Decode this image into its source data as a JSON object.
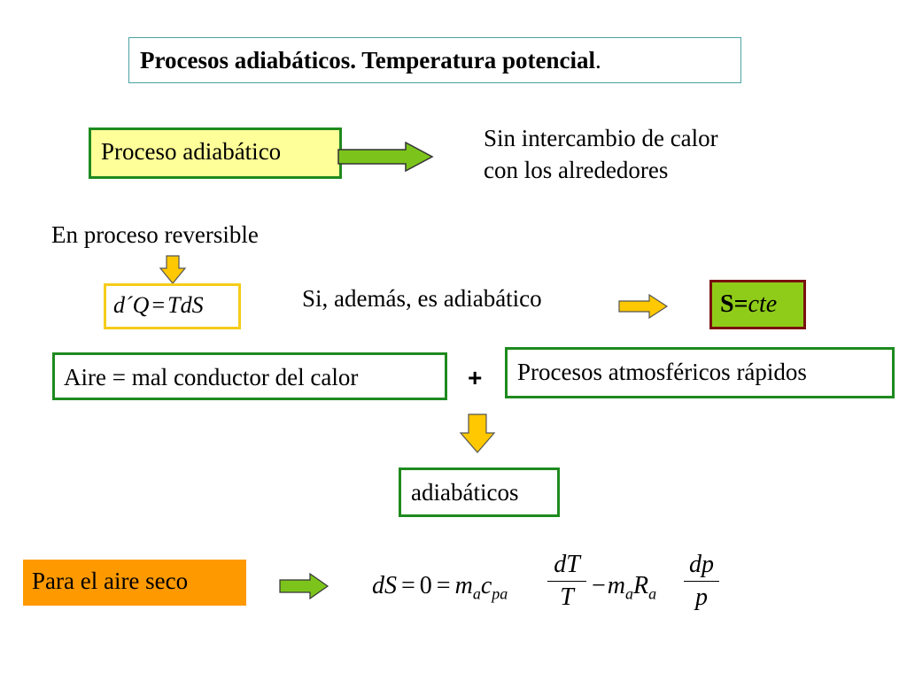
{
  "title": {
    "bold_text": "Procesos adiabáticos. Temperatura potencial",
    "suffix": "."
  },
  "row1": {
    "box_label": "Proceso adiabático",
    "desc_line1": "Sin intercambio de calor",
    "desc_line2": "con los alrededores"
  },
  "row2": {
    "heading": "En proceso reversible",
    "formula": {
      "lhs": "d´Q",
      "eq": "=",
      "rhs": "TdS"
    },
    "condition": "Si, además, es adiabático",
    "result": {
      "symbol": "S",
      "eq": "=",
      "value": "cte"
    }
  },
  "row3": {
    "left_box": "Aire = mal conductor del calor",
    "plus": "+",
    "right_box": "Procesos atmosféricos rápidos",
    "result_box": "adiabáticos"
  },
  "row4": {
    "label": "Para el aire seco",
    "equation": {
      "dS": "dS",
      "eq1": "=",
      "zero": "0",
      "eq2": "=",
      "m": "m",
      "m_sub": "a",
      "c": "c",
      "c_sub": "pa",
      "frac1_num": "dT",
      "frac1_den": "T",
      "minus": "−",
      "m2": "m",
      "m2_sub": "a",
      "R": "R",
      "R_sub": "a",
      "frac2_num": "dp",
      "frac2_den": "p"
    }
  },
  "colors": {
    "green_border": "#1e8a1e",
    "yellow_border": "#f5cc1a",
    "yellow_fill": "#ffff99",
    "lime_fill": "#8fcc1a",
    "dark_red_border": "#7a1010",
    "orange_fill": "#ff9900",
    "arrow_green": "#7cc41c",
    "arrow_yellow": "#ffc800"
  }
}
